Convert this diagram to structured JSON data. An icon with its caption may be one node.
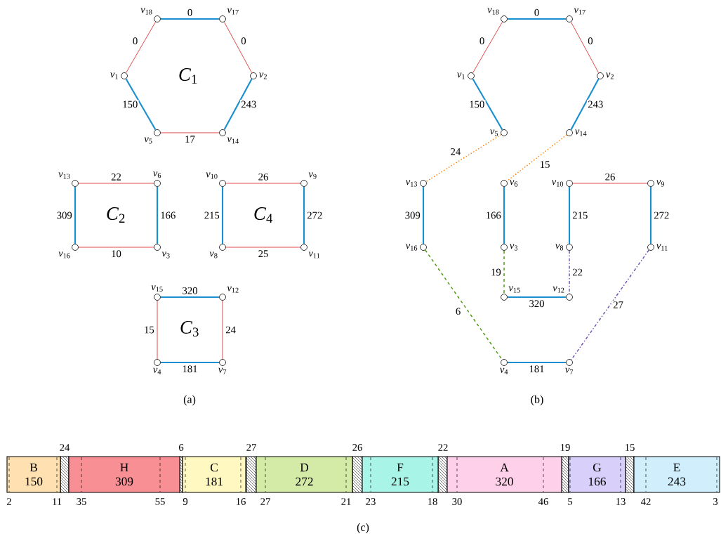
{
  "diagram": {
    "nodes": [
      {
        "text": [],
        "shape": "circle",
        "beside": [
          "*v*$_{18}$"
        ]
      },
      {
        "text": [],
        "shape": "circle",
        "beside": [
          "*v*$_{17}$"
        ]
      },
      {
        "text": [],
        "shape": "circle",
        "beside": [
          "*v*$_{1}$"
        ]
      },
      {
        "text": [],
        "shape": "circle",
        "beside": [
          "*v*$_{2}$"
        ]
      },
      {
        "text": [],
        "shape": "circle",
        "beside": [
          "*v*$_{5}$"
        ]
      },
      {
        "text": [],
        "shape": "circle",
        "beside": [
          "*v*$_{14}$"
        ]
      },
      {
        "text": [],
        "shape": "circle",
        "beside": [
          "*v*$_{13}$"
        ]
      },
      {
        "text": [],
        "shape": "circle",
        "beside": [
          "*v*$_{6}$"
        ]
      },
      {
        "text": [],
        "shape": "circle",
        "beside": [
          "*v*$_{10}$"
        ]
      },
      {
        "text": [],
        "shape": "circle",
        "beside": [
          "*v*$_{9}$"
        ]
      },
      {
        "text": [],
        "shape": "circle",
        "beside": [
          "*v*$_{16}$"
        ]
      },
      {
        "text": [],
        "shape": "circle",
        "beside": [
          "*v*$_{3}$"
        ]
      },
      {
        "text": [],
        "shape": "circle",
        "beside": [
          "*v*$_{8}$"
        ]
      },
      {
        "text": [],
        "shape": "circle",
        "beside": [
          "*v*$_{11}$"
        ]
      },
      {
        "text": [],
        "shape": "circle",
        "beside": [
          "*v*$_{15}$"
        ]
      },
      {
        "text": [],
        "shape": "circle",
        "beside": [
          "*v*$_{12}$"
        ]
      },
      {
        "text": [],
        "shape": "circle",
        "beside": [
          "*v*$_{4}$"
        ]
      },
      {
        "text": [],
        "shape": "circle",
        "beside": [
          "*v*$_{7}$"
        ]
      },
      {
        "text": [],
        "shape": "circle",
        "beside": [
          "*v*$_{18}$"
        ]
      },
      {
        "text": [],
        "shape": "circle",
        "beside": [
          "*v*$_{17}$"
        ]
      },
      {
        "text": [],
        "shape": "circle",
        "beside": [
          "*v*$_{1}$"
        ]
      },
      {
        "text": [],
        "shape": "circle",
        "beside": [
          "*v*$_{2}$"
        ]
      },
      {
        "text": [],
        "shape": "circle",
        "beside": [
          "*v*$_{5}$"
        ]
      },
      {
        "text": [],
        "shape": "circle",
        "beside": [
          "*v*$_{14}$"
        ]
      },
      {
        "text": [],
        "shape": "circle",
        "beside": [
          "*v*$_{13}$"
        ]
      },
      {
        "text": [],
        "shape": "circle",
        "beside": [
          "*v*$_{6}$"
        ]
      },
      {
        "text": [],
        "shape": "circle",
        "beside": [
          "*v*$_{10}$"
        ]
      },
      {
        "text": [],
        "shape": "circle",
        "beside": [
          "*v*$_{9}$"
        ]
      },
      {
        "text": [],
        "shape": "circle",
        "beside": [
          "*v*$_{16}$"
        ]
      },
      {
        "text": [],
        "shape": "circle",
        "beside": [
          "*v*$_{3}$"
        ]
      },
      {
        "text": [],
        "shape": "circle",
        "beside": [
          "*v*$_{8}$"
        ]
      },
      {
        "text": [],
        "shape": "circle",
        "beside": [
          "*v*$_{11}$"
        ]
      },
      {
        "text": [],
        "shape": "circle",
        "beside": [
          "*v*$_{15}$"
        ]
      },
      {
        "text": [],
        "shape": "circle",
        "beside": [
          "*v*$_{12}$"
        ]
      },
      {
        "text": [],
        "shape": "circle",
        "beside": [
          "*v*$_{4}$"
        ]
      },
      {
        "text": [],
        "shape": "circle",
        "beside": [
          "*v*$_{7}$"
        ]
      },
      {
        "text": [
          "B",
          "150"
        ]
      },
      {
        "text": [
          "H",
          "309"
        ]
      },
      {
        "text": [
          "C",
          "181"
        ]
      },
      {
        "text": [
          "D",
          "272"
        ]
      },
      {
        "text": [
          "F",
          "215"
        ]
      },
      {
        "text": [
          "A",
          "320"
        ]
      },
      {
        "text": [
          "G",
          "166"
        ]
      },
      {
        "text": [
          "E",
          "243"
        ]
      }
    ],
    "edges": [
      {
        "from": 0,
        "to": 1,
        "arrow": "none",
        "label": "0"
      },
      {
        "from": 2,
        "to": 0,
        "arrow": "none",
        "label": "0",
        "color": "#e03a3a"
      },
      {
        "from": 1,
        "to": 3,
        "arrow": "none",
        "label": "0",
        "color": "#e03a3a"
      },
      {
        "from": 2,
        "to": 4,
        "arrow": "none",
        "label": "150"
      },
      {
        "from": 3,
        "to": 5,
        "arrow": "none",
        "label": "243"
      },
      {
        "from": 4,
        "to": 5,
        "arrow": "none",
        "label": "17",
        "color": "#e03a3a"
      },
      {
        "from": 6,
        "to": 7,
        "arrow": "none",
        "label": "22",
        "color": "#e03a3a"
      },
      {
        "from": 6,
        "to": 10,
        "arrow": "none",
        "label": "309"
      },
      {
        "from": 7,
        "to": 11,
        "arrow": "none",
        "label": "166"
      },
      {
        "from": 10,
        "to": 11,
        "arrow": "none",
        "label": "10",
        "color": "#e03a3a"
      },
      {
        "from": 8,
        "to": 9,
        "arrow": "none",
        "label": "26",
        "color": "#e03a3a"
      },
      {
        "from": 8,
        "to": 12,
        "arrow": "none",
        "label": "215"
      },
      {
        "from": 9,
        "to": 13,
        "arrow": "none",
        "label": "272"
      },
      {
        "from": 12,
        "to": 13,
        "arrow": "none",
        "label": "25",
        "color": "#e03a3a"
      },
      {
        "from": 14,
        "to": 15,
        "arrow": "none",
        "label": "320"
      },
      {
        "from": 14,
        "to": 16,
        "arrow": "none",
        "label": "15",
        "color": "#e03a3a"
      },
      {
        "from": 15,
        "to": 17,
        "arrow": "none",
        "label": "24",
        "color": "#e03a3a"
      },
      {
        "from": 16,
        "to": 17,
        "arrow": "none",
        "label": "181"
      },
      {
        "from": 18,
        "to": 19,
        "arrow": "none",
        "label": "0"
      },
      {
        "from": 20,
        "to": 18,
        "arrow": "none",
        "label": "0",
        "color": "#e03a3a"
      },
      {
        "from": 19,
        "to": 21,
        "arrow": "none",
        "label": "0",
        "color": "#e03a3a"
      },
      {
        "from": 20,
        "to": 22,
        "arrow": "none",
        "label": "150"
      },
      {
        "from": 21,
        "to": 23,
        "arrow": "none",
        "label": "243"
      },
      {
        "from": 22,
        "to": 24,
        "arrow": "none",
        "label": "24",
        "style": "dashed",
        "color": "#ff8000"
      },
      {
        "from": 23,
        "to": 25,
        "arrow": "none",
        "label": "15",
        "style": "dashed",
        "color": "#ff8000"
      },
      {
        "from": 24,
        "to": 28,
        "arrow": "none",
        "label": "309"
      },
      {
        "from": 25,
        "to": 29,
        "arrow": "none",
        "label": "166"
      },
      {
        "from": 26,
        "to": 27,
        "arrow": "none",
        "label": "26",
        "color": "#e03a3a"
      },
      {
        "from": 26,
        "to": 30,
        "arrow": "none",
        "label": "215"
      },
      {
        "from": 27,
        "to": 31,
        "arrow": "none",
        "label": "272"
      },
      {
        "from": 28,
        "to": 34,
        "arrow": "none",
        "label": "6",
        "style": "dashed",
        "color": "#4d9a10"
      },
      {
        "from": 29,
        "to": 32,
        "arrow": "none",
        "label": "19",
        "style": "dashed",
        "color": "#4d9a10"
      },
      {
        "from": 30,
        "to": 33,
        "arrow": "none",
        "label": "22",
        "style": "dashed",
        "color": "#7050b0"
      },
      {
        "from": 31,
        "to": 35,
        "arrow": "none",
        "label": "27",
        "style": "dashed",
        "color": "#7050b0"
      },
      {
        "from": 32,
        "to": 33,
        "arrow": "none",
        "label": "320"
      },
      {
        "from": 34,
        "to": 35,
        "arrow": "none",
        "label": "181"
      }
    ],
    "labels": [
      "*C*$_{1}$",
      "*C*$_{2}$",
      "*C*$_{4}$",
      "*C*$_{3}$",
      "(a)",
      "(b)",
      "24",
      "6",
      "27",
      "26",
      "22",
      "19",
      "15",
      "2",
      "11",
      "35",
      "55",
      "9",
      "16",
      "27",
      "21",
      "23",
      "18",
      "30",
      "46",
      "5",
      "13",
      "42",
      "3",
      "(c)"
    ]
  }
}
